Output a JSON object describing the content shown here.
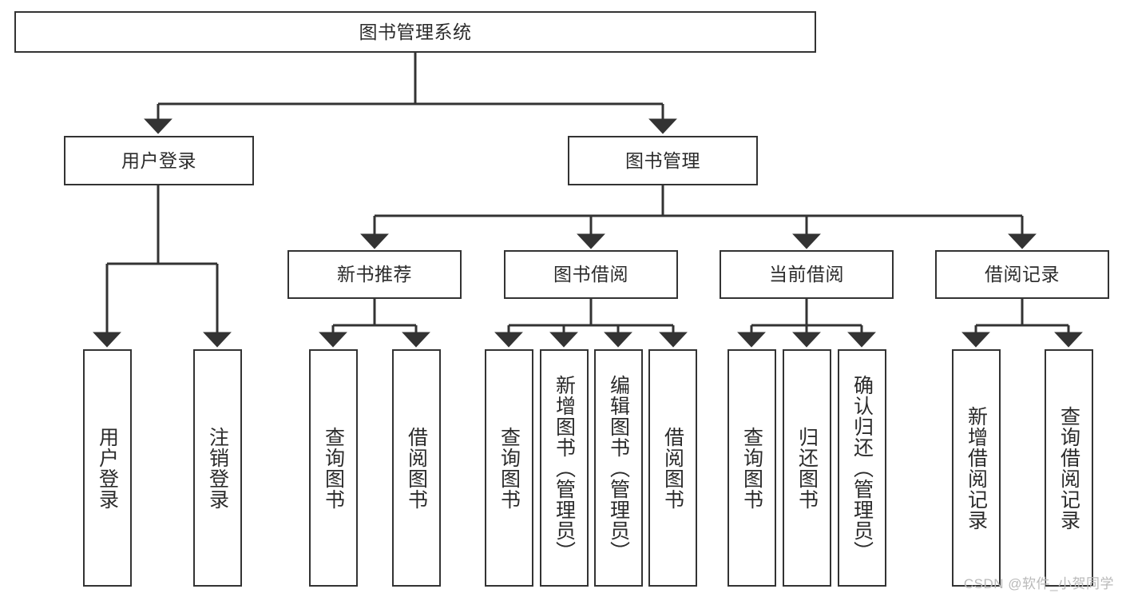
{
  "diagram": {
    "title": "图书管理系统",
    "type": "tree-hierarchy",
    "watermark": "CSDN @软件_小贺同学",
    "colors": {
      "box_border": "#333333",
      "box_fill": "#ffffff",
      "connector": "#333333",
      "text": "#2b2b2b",
      "watermark": "#b9b9b9"
    },
    "nodes": {
      "root": {
        "label": "图书管理系统"
      },
      "level2": [
        {
          "label": "用户登录"
        },
        {
          "label": "图书管理"
        }
      ],
      "level3": [
        {
          "label": "新书推荐"
        },
        {
          "label": "图书借阅"
        },
        {
          "label": "当前借阅"
        },
        {
          "label": "借阅记录"
        }
      ],
      "leaves": {
        "user_login": [
          {
            "label": "用户登录"
          },
          {
            "label": "注销登录"
          }
        ],
        "new_book_recommend": [
          {
            "label": "查询图书"
          },
          {
            "label": "借阅图书"
          }
        ],
        "book_borrow": [
          {
            "label": "查询图书"
          },
          {
            "label": "新增图书（管理员）"
          },
          {
            "label": "编辑图书（管理员）"
          },
          {
            "label": "借阅图书"
          }
        ],
        "current_borrow": [
          {
            "label": "查询图书"
          },
          {
            "label": "归还图书"
          },
          {
            "label": "确认归还（管理员）"
          }
        ],
        "borrow_record": [
          {
            "label": "新增借阅记录"
          },
          {
            "label": "查询借阅记录"
          }
        ]
      }
    }
  }
}
